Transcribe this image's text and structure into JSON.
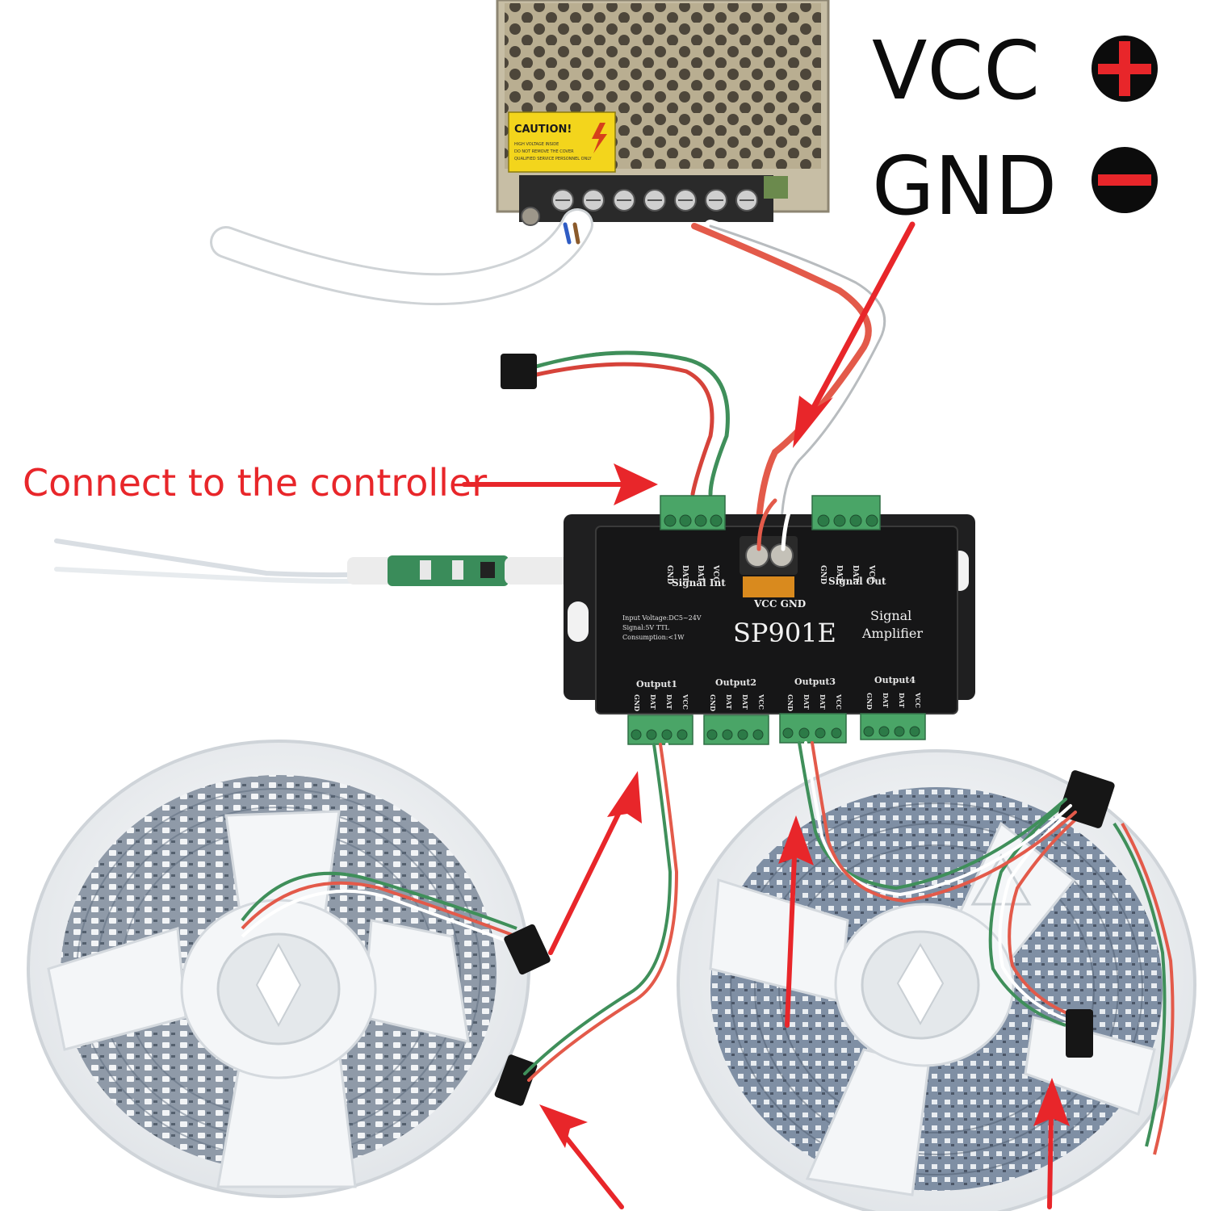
{
  "legend": {
    "vcc_label": "VCC",
    "gnd_label": "GND",
    "plus_icon": "plus-icon",
    "minus_icon": "minus-icon",
    "accent_red": "#e8262a",
    "badge_black": "#0c0c0c"
  },
  "annotations": {
    "controller_label": "Connect to the controller"
  },
  "power_supply": {
    "caution_title": "CAUTION!",
    "caution_line1": "HIGH VOLTAGE INSIDE",
    "caution_line2": "DO NOT REMOVE THE COVER",
    "caution_line3": "QUALIFIED SERVICE PERSONNEL ONLY"
  },
  "amplifier": {
    "model": "SP901E",
    "title_line1": "Signal",
    "title_line2": "Amplifier",
    "power_terminals": "VCC GND",
    "spec_line1": "Input Voltage:DC5~24V",
    "spec_line2": "Signal:5V TTL",
    "spec_line3": "Consumption:<1W",
    "signal_in": {
      "label": "Signal Int",
      "pins": [
        "GND",
        "DAT",
        "DAT",
        "VCC"
      ]
    },
    "signal_out": {
      "label": "Signal Out",
      "pins": [
        "GND",
        "DAT",
        "DAT",
        "VCC"
      ]
    },
    "outputs": [
      {
        "label": "Output1",
        "pins": [
          "GND",
          "DAT",
          "DAT",
          "VCC"
        ]
      },
      {
        "label": "Output2",
        "pins": [
          "GND",
          "DAT",
          "DAT",
          "VCC"
        ]
      },
      {
        "label": "Output3",
        "pins": [
          "GND",
          "DAT",
          "DAT",
          "VCC"
        ]
      },
      {
        "label": "Output4",
        "pins": [
          "GND",
          "DAT",
          "DAT",
          "VCC"
        ]
      }
    ]
  }
}
